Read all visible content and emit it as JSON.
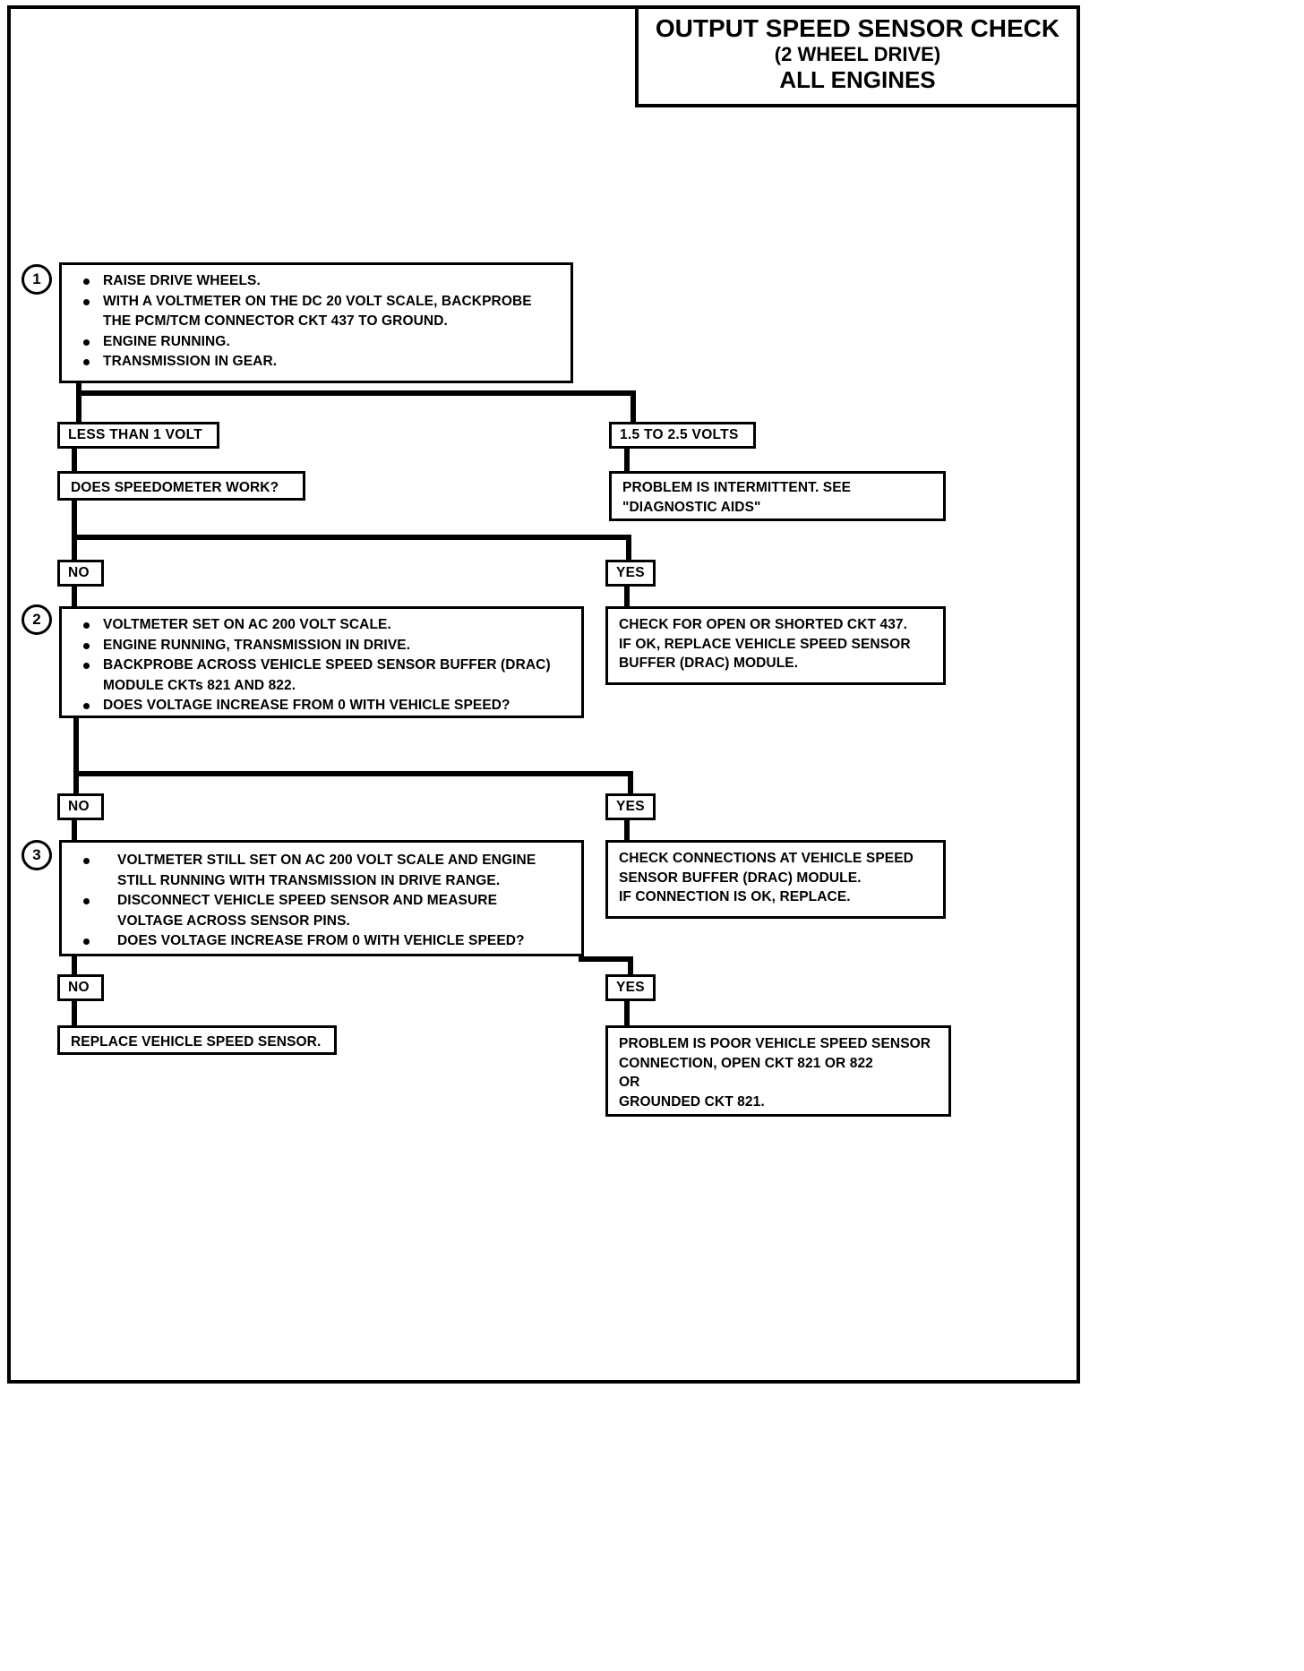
{
  "title": {
    "line1": "OUTPUT SPEED SENSOR CHECK",
    "line2": "(2 WHEEL DRIVE)",
    "line3": "ALL ENGINES"
  },
  "steps": {
    "one": "1",
    "two": "2",
    "three": "3"
  },
  "box1": {
    "b1": "RAISE DRIVE WHEELS.",
    "b2a": "WITH A VOLTMETER ON THE DC 20 VOLT SCALE, BACKPROBE",
    "b2b": "THE PCM/TCM CONNECTOR CKT 437 TO GROUND.",
    "b3": "ENGINE RUNNING.",
    "b4": "TRANSMISSION IN GEAR."
  },
  "branch1": {
    "left_label": "LESS THAN 1 VOLT",
    "right_label": "1.5 TO 2.5 VOLTS"
  },
  "speedometer": {
    "question": "DOES SPEEDOMETER WORK?"
  },
  "intermittent": {
    "l1": "PROBLEM IS INTERMITTENT.  SEE",
    "l2": "\"DIAGNOSTIC AIDS\""
  },
  "branch2": {
    "no": "NO",
    "yes": "YES"
  },
  "box2": {
    "b1": "VOLTMETER SET ON AC 200 VOLT SCALE.",
    "b2": "ENGINE RUNNING, TRANSMISSION IN DRIVE.",
    "b3a": "BACKPROBE ACROSS VEHICLE SPEED SENSOR BUFFER (DRAC)",
    "b3b": "MODULE CKTs 821 AND 822.",
    "b4": "DOES VOLTAGE INCREASE FROM 0 WITH VEHICLE SPEED?"
  },
  "check437": {
    "l1": "CHECK FOR OPEN OR SHORTED CKT 437.",
    "l2": "IF OK, REPLACE VEHICLE SPEED SENSOR",
    "l3": "BUFFER (DRAC) MODULE."
  },
  "branch3": {
    "no": "NO",
    "yes": "YES"
  },
  "box3": {
    "b1a": "VOLTMETER STILL SET ON AC 200 VOLT SCALE AND ENGINE",
    "b1b": "STILL RUNNING WITH TRANSMISSION IN DRIVE RANGE.",
    "b2a": "DISCONNECT VEHICLE SPEED SENSOR AND MEASURE",
    "b2b": "VOLTAGE ACROSS SENSOR PINS.",
    "b3": "DOES VOLTAGE INCREASE FROM 0 WITH VEHICLE SPEED?"
  },
  "checkconn": {
    "l1": "CHECK CONNECTIONS AT VEHICLE SPEED",
    "l2": "SENSOR BUFFER (DRAC) MODULE.",
    "l3": " IF CONNECTION IS OK, REPLACE."
  },
  "branch4": {
    "no": "NO",
    "yes": "YES"
  },
  "replace": {
    "l1": "REPLACE VEHICLE SPEED SENSOR."
  },
  "poorconn": {
    "l1": "PROBLEM IS POOR VEHICLE SPEED SENSOR",
    "l2": "CONNECTION, OPEN CKT 821 OR 822",
    "l3": "OR",
    "l4": "GROUNDED CKT 821."
  },
  "chart_data": {
    "type": "flowchart",
    "title": "OUTPUT SPEED SENSOR CHECK (2 WHEEL DRIVE) ALL ENGINES",
    "nodes": [
      {
        "id": "step1",
        "kind": "step",
        "number": "1",
        "text": "RAISE DRIVE WHEELS. / WITH A VOLTMETER ON THE DC 20 VOLT SCALE, BACKPROBE THE PCM/TCM CONNECTOR CKT 437 TO GROUND. / ENGINE RUNNING. / TRANSMISSION IN GEAR."
      },
      {
        "id": "lt1v",
        "kind": "label",
        "text": "LESS THAN 1 VOLT"
      },
      {
        "id": "v15to25",
        "kind": "label",
        "text": "1.5 TO 2.5 VOLTS"
      },
      {
        "id": "speedo",
        "kind": "decision",
        "text": "DOES SPEEDOMETER WORK?"
      },
      {
        "id": "intermittent",
        "kind": "terminal",
        "text": "PROBLEM IS INTERMITTENT.  SEE \"DIAGNOSTIC AIDS\""
      },
      {
        "id": "step2",
        "kind": "step",
        "number": "2",
        "text": "VOLTMETER SET ON AC 200 VOLT SCALE. / ENGINE RUNNING, TRANSMISSION IN DRIVE. / BACKPROBE ACROSS VEHICLE SPEED SENSOR BUFFER (DRAC) MODULE CKTs 821 AND 822. / DOES VOLTAGE INCREASE FROM 0 WITH VEHICLE SPEED?"
      },
      {
        "id": "check437",
        "kind": "terminal",
        "text": "CHECK FOR OPEN OR SHORTED CKT 437. IF OK, REPLACE VEHICLE SPEED SENSOR BUFFER (DRAC) MODULE."
      },
      {
        "id": "step3",
        "kind": "step",
        "number": "3",
        "text": "VOLTMETER STILL SET ON AC 200 VOLT SCALE AND ENGINE STILL RUNNING WITH TRANSMISSION IN DRIVE RANGE. / DISCONNECT VEHICLE SPEED SENSOR AND MEASURE VOLTAGE ACROSS SENSOR PINS. / DOES VOLTAGE INCREASE FROM 0 WITH VEHICLE SPEED?"
      },
      {
        "id": "checkconn",
        "kind": "terminal",
        "text": "CHECK CONNECTIONS AT VEHICLE SPEED SENSOR BUFFER (DRAC) MODULE. IF CONNECTION IS OK, REPLACE."
      },
      {
        "id": "replace",
        "kind": "terminal",
        "text": "REPLACE VEHICLE SPEED SENSOR."
      },
      {
        "id": "poorconn",
        "kind": "terminal",
        "text": "PROBLEM IS POOR VEHICLE SPEED SENSOR CONNECTION, OPEN CKT 821 OR 822 OR GROUNDED CKT 821."
      }
    ],
    "edges": [
      {
        "from": "step1",
        "to": "lt1v",
        "label": "LESS THAN 1 VOLT"
      },
      {
        "from": "step1",
        "to": "v15to25",
        "label": "1.5 TO 2.5 VOLTS"
      },
      {
        "from": "lt1v",
        "to": "speedo",
        "label": ""
      },
      {
        "from": "v15to25",
        "to": "intermittent",
        "label": ""
      },
      {
        "from": "speedo",
        "to": "step2",
        "label": "NO"
      },
      {
        "from": "speedo",
        "to": "check437",
        "label": "YES"
      },
      {
        "from": "step2",
        "to": "step3",
        "label": "NO"
      },
      {
        "from": "step2",
        "to": "checkconn",
        "label": "YES"
      },
      {
        "from": "step3",
        "to": "replace",
        "label": "NO"
      },
      {
        "from": "step3",
        "to": "poorconn",
        "label": "YES"
      }
    ]
  }
}
